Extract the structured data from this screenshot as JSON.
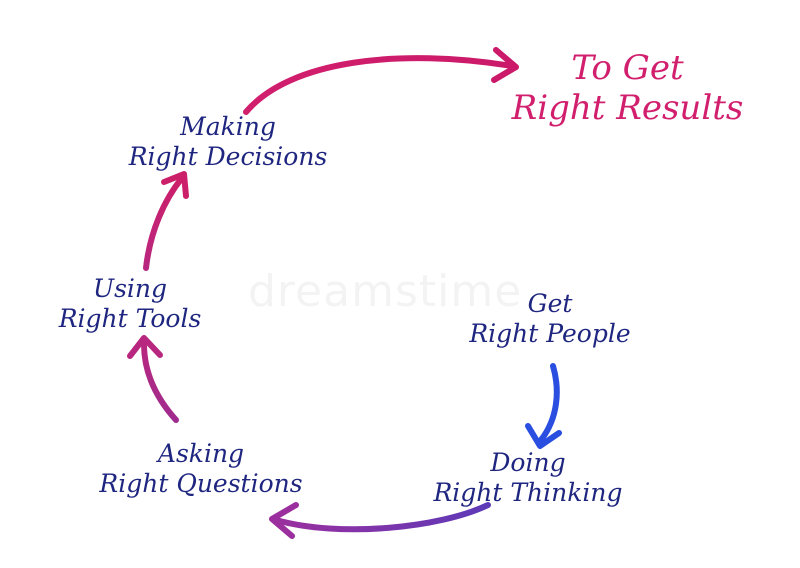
{
  "goal": {
    "line1": "To Get",
    "line2": "Right Results"
  },
  "steps": [
    {
      "id": "making",
      "line1": "Making",
      "line2": "Right Decisions"
    },
    {
      "id": "using",
      "line1": "Using",
      "line2": "Right Tools"
    },
    {
      "id": "asking",
      "line1": "Asking",
      "line2": "Right Questions"
    },
    {
      "id": "doing",
      "line1": "Doing",
      "line2": "Right Thinking"
    },
    {
      "id": "get",
      "line1": "Get",
      "line2": "Right People"
    }
  ],
  "watermark": "dreamstime",
  "colors": {
    "label_text": "#1f2680",
    "goal_text": "#d11f6e",
    "arrow_blue": "#2a4fe0",
    "arrow_purple": "#7a3aa8",
    "arrow_magenta": "#cc1f6a"
  }
}
